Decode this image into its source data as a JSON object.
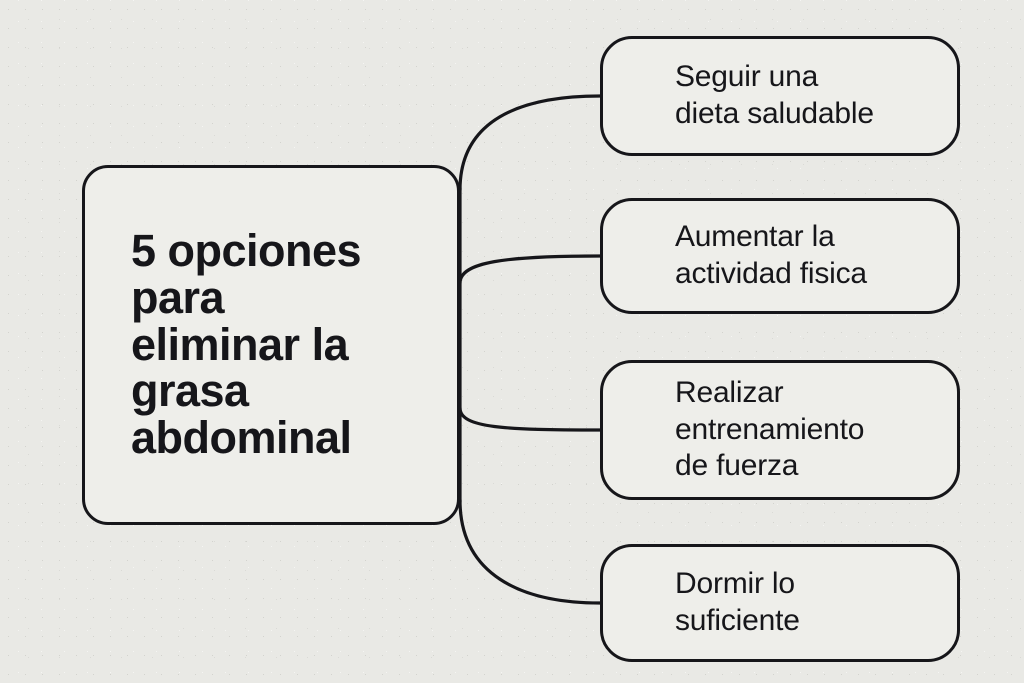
{
  "diagram": {
    "type": "mind-map",
    "language": "es",
    "background_color": "#e9e9e5",
    "node_fill_color": "#eeeeea",
    "stroke_color": "#16161a",
    "root": {
      "label": "5 opciones\npara\neliminar la\ngrasa\nabdominal",
      "count": "5"
    },
    "children": [
      {
        "label": "Seguir una\ndieta saludable"
      },
      {
        "label": "Aumentar la\nactividad fisica"
      },
      {
        "label": "Realizar\nentrenamiento\nde fuerza"
      },
      {
        "label": "Dormir lo\nsuficiente"
      }
    ]
  }
}
